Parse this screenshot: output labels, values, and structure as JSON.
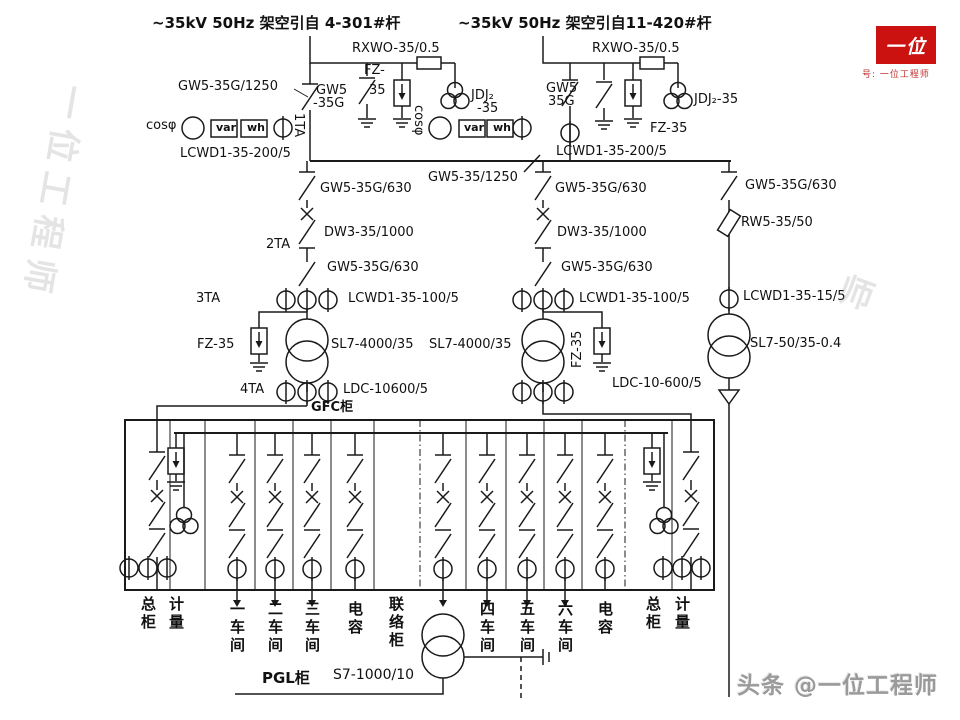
{
  "colors": {
    "badge_bg": "#cc1111",
    "line": "#1a1a1a"
  },
  "watermarks": {
    "corner_badge": "一位",
    "corner_sub": "号: 一位工程师",
    "bottom_right": "头条 @一位工程师",
    "faint_left": "一位工程师",
    "faint_right": "师"
  },
  "incoming_left": {
    "title": "~35kV 50Hz 架空引自 4-301#杆",
    "surge_fuse": "RXWO-35/0.5",
    "disconnect": "GW5-35G/1250",
    "earth_sw_1": "GW5",
    "earth_sw_2": "-35G",
    "arrester_1": "FZ-",
    "arrester_2": "35",
    "pt_1": "JDJ₂",
    "pt_2": "-35",
    "meter_cos": "cosφ",
    "meter_var": "var",
    "meter_wh": "wh",
    "ct_tag": "1TA",
    "ct_model": "LCWD1-35-200/5"
  },
  "incoming_right": {
    "title": "~35kV 50Hz 架空引自11-420#杆",
    "surge_fuse": "RXWO-35/0.5",
    "disconnect_1": "GW5",
    "disconnect_2": "35G",
    "arrester": "FZ-35",
    "pt": "JDJ₂-35",
    "meter_cos": "cosφ",
    "meter_var": "var",
    "meter_wh": "wh",
    "ct_model": "LCWD1-35-200/5"
  },
  "bus_tie": {
    "disconnect": "GW5-35/1250"
  },
  "branch_left": {
    "disconnect1": "GW5-35G/630",
    "breaker": "DW3-35/1000",
    "ct_tag2": "2TA",
    "disconnect2": "GW5-35G/630",
    "ct_tag3": "3TA",
    "ct3_model": "LCWD1-35-100/5",
    "arrester": "FZ-35",
    "transformer": "SL7-4000/35",
    "ct_tag4": "4TA",
    "ct4_model": "LDC-10600/5",
    "cabinet_label": "GFC柜"
  },
  "branch_middle": {
    "disconnect1": "GW5-35G/630",
    "breaker": "DW3-35/1000",
    "disconnect2": "GW5-35G/630",
    "ct3_model": "LCWD1-35-100/5",
    "transformer": "SL7-4000/35",
    "arrester": "FZ-35",
    "ct4_model": "LDC-10-600/5"
  },
  "branch_right": {
    "disconnect": "GW5-35G/630",
    "fuse": "RW5-35/50",
    "ct_model": "LCWD1-35-15/5",
    "transformer": "SL7-50/35-0.4"
  },
  "cabinet": {
    "bays": [
      "总柜",
      "计量",
      "一车间",
      "二车间",
      "三车间",
      "电容",
      "联络柜",
      "四车间",
      "五车间",
      "六车间",
      "电容",
      "总柜",
      "计量"
    ]
  },
  "lv": {
    "cabinet_label": "PGL柜",
    "transformer": "S7-1000/10"
  }
}
